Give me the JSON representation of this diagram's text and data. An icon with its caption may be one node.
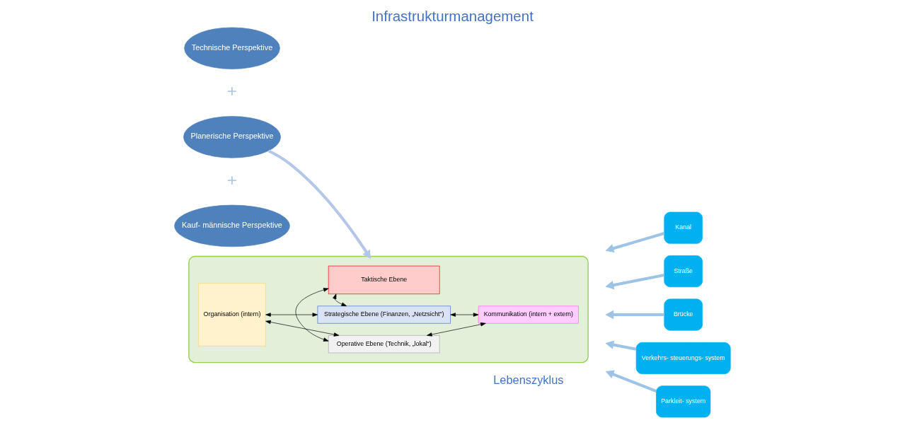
{
  "diagram": {
    "title": "Infrastrukturmanagement",
    "caption": "Lebenszyklus",
    "nodes": [
      {
        "text": [
          "Technische Perspektive"
        ]
      },
      {
        "text": [
          "Planerische Perspektive"
        ]
      },
      {
        "text": [
          "Kauf- männische Perspektive"
        ]
      },
      {
        "text": [],
        "shape": "ellipse"
      },
      {
        "text": [
          "Strategische Ebene (Finanzen, „Netzsicht“)"
        ],
        "in": 3
      },
      {
        "text": [
          "Organisation (intern)"
        ],
        "in": 3
      },
      {
        "text": [
          "Taktische Ebene"
        ],
        "in": 3
      },
      {
        "text": [
          "Kommunikation (intern + extern)"
        ],
        "in": 3
      },
      {
        "text": [
          "Operative Ebene (Technik, „lokal“)"
        ],
        "in": 3
      },
      {
        "text": [
          "Kanal"
        ]
      },
      {
        "text": [
          "Straße"
        ]
      },
      {
        "text": [
          "Brücke"
        ]
      },
      {
        "text": [
          "Verkehrs- steuerungs- system"
        ]
      },
      {
        "text": [
          "Parkleit- system"
        ]
      }
    ],
    "edges": [
      {
        "from": 1,
        "to": 3,
        "arrow": "to",
        "style": "thick",
        "color": "#b4c7e7"
      },
      {
        "from": 5,
        "to": 4,
        "arrow": "both"
      },
      {
        "from": 4,
        "to": 7,
        "arrow": "both"
      },
      {
        "from": 4,
        "to": 6,
        "arrow": "both"
      },
      {
        "from": 6,
        "to": 8,
        "arrow": "both"
      },
      {
        "from": 5,
        "to": 8,
        "arrow": "both"
      },
      {
        "from": 8,
        "to": 7,
        "arrow": "both"
      },
      {
        "from": 9,
        "to": null,
        "arrow": "to",
        "style": "thick",
        "color": "#9dc3e6"
      },
      {
        "from": 10,
        "to": null,
        "arrow": "to",
        "style": "thick",
        "color": "#9dc3e6"
      },
      {
        "from": 11,
        "to": null,
        "arrow": "to",
        "style": "thick",
        "color": "#9dc3e6"
      },
      {
        "from": 12,
        "to": null,
        "arrow": "to",
        "style": "thick",
        "color": "#9dc3e6"
      },
      {
        "from": 13,
        "to": null,
        "arrow": "to",
        "style": "thick",
        "color": "#9dc3e6"
      }
    ],
    "labels": [
      "+",
      "+"
    ]
  }
}
